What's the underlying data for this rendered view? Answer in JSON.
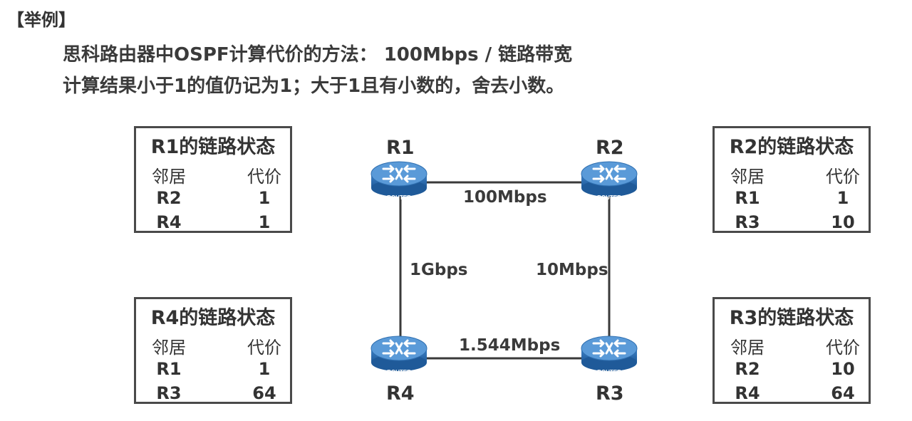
{
  "header": {
    "tag": "【举例】",
    "line1": "思科路由器中OSPF计算代价的方法： 100Mbps / 链路带宽",
    "line2": "计算结果小于1的值仍记为1；大于1且有小数的，舍去小数。"
  },
  "colors": {
    "router_body": "#2f6fb0",
    "router_top": "#4a8fd0",
    "link": "#3a3a3a",
    "box_border": "#4a4a4a"
  },
  "routers": [
    {
      "name": "R1",
      "badge": "ROUTER",
      "icon": "router-icon"
    },
    {
      "name": "R2",
      "badge": "ROUTER",
      "icon": "router-icon"
    },
    {
      "name": "R3",
      "badge": "ROUTER",
      "icon": "router-icon"
    },
    {
      "name": "R4",
      "badge": "ROUTER",
      "icon": "router-icon"
    }
  ],
  "links": [
    {
      "from": "R1",
      "to": "R2",
      "bandwidth": "100Mbps"
    },
    {
      "from": "R2",
      "to": "R3",
      "bandwidth": "10Mbps"
    },
    {
      "from": "R3",
      "to": "R4",
      "bandwidth": "1.544Mbps"
    },
    {
      "from": "R4",
      "to": "R1",
      "bandwidth": "1Gbps"
    }
  ],
  "link_state_tables": {
    "r1": {
      "title": "R1的链路状态",
      "col_neighbor": "邻居",
      "col_cost": "代价",
      "rows": [
        {
          "neighbor": "R2",
          "cost": "1"
        },
        {
          "neighbor": "R4",
          "cost": "1"
        }
      ]
    },
    "r2": {
      "title": "R2的链路状态",
      "col_neighbor": "邻居",
      "col_cost": "代价",
      "rows": [
        {
          "neighbor": "R1",
          "cost": "1"
        },
        {
          "neighbor": "R3",
          "cost": "10"
        }
      ]
    },
    "r4": {
      "title": "R4的链路状态",
      "col_neighbor": "邻居",
      "col_cost": "代价",
      "rows": [
        {
          "neighbor": "R1",
          "cost": "1"
        },
        {
          "neighbor": "R3",
          "cost": "64"
        }
      ]
    },
    "r3": {
      "title": "R3的链路状态",
      "col_neighbor": "邻居",
      "col_cost": "代价",
      "rows": [
        {
          "neighbor": "R2",
          "cost": "10"
        },
        {
          "neighbor": "R4",
          "cost": "64"
        }
      ]
    }
  }
}
